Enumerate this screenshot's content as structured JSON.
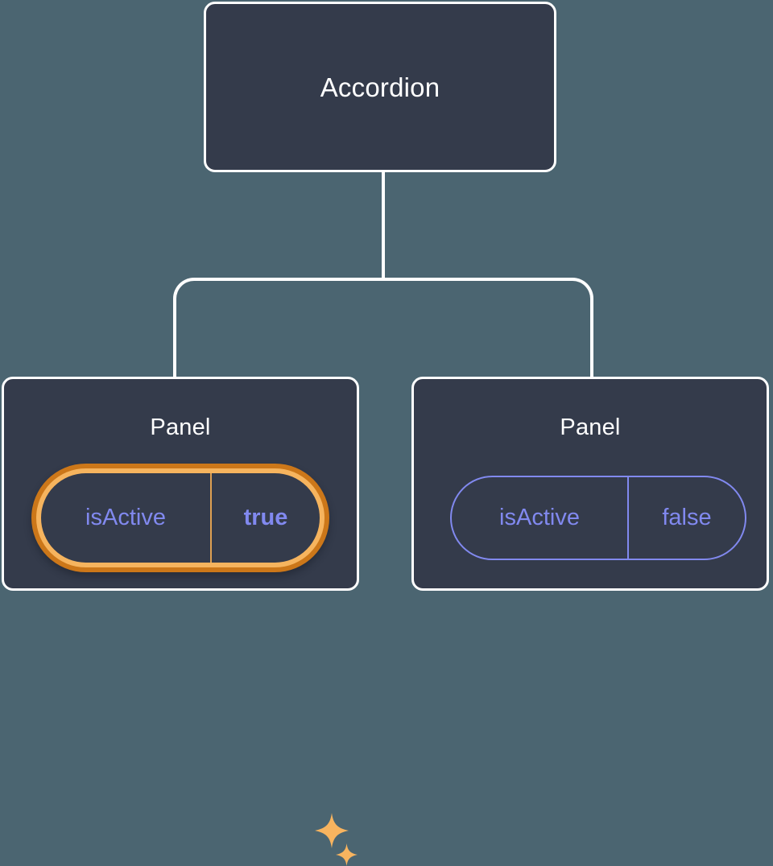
{
  "diagram": {
    "type": "component-tree",
    "background_color": "#4b6571",
    "node_fill_color": "#343b4b",
    "node_border_color": "#ffffff",
    "edge_color": "#ffffff",
    "prop_text_color": "#8189ef",
    "highlight_outer_color": "#cc7719",
    "highlight_inner_color": "#f6b45e",
    "sparkle_color": "#f8b45f"
  },
  "root": {
    "title": "Accordion"
  },
  "panels": [
    {
      "title": "Panel",
      "prop": {
        "key": "isActive",
        "value": "true"
      },
      "highlighted": true,
      "sparkles": [
        "sparkle-large",
        "sparkle-small"
      ]
    },
    {
      "title": "Panel",
      "prop": {
        "key": "isActive",
        "value": "false"
      },
      "highlighted": false
    }
  ]
}
